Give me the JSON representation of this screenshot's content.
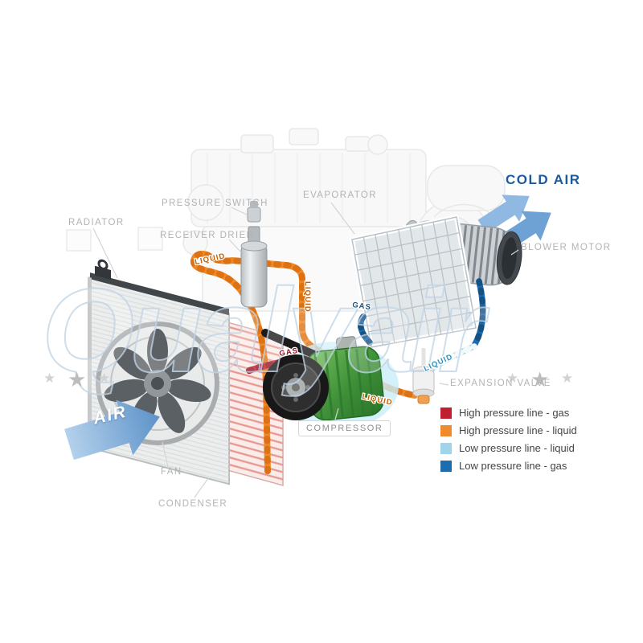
{
  "component_labels": {
    "radiator": "RADIATOR",
    "pressure_switch": "PRESSURE SWITCH",
    "receiver_drier": "RECEIVER DRIER",
    "evaporator": "EVAPORATOR",
    "blower_motor": "BLOWER MOTOR",
    "expansion_valve": "EXPANSION VALVE",
    "compressor": "COMPRESSOR",
    "fan": "FAN",
    "condenser": "CONDENSER"
  },
  "air_labels": {
    "cold_air": "COLD AIR",
    "air": "AIR"
  },
  "pipe_labels": {
    "liquid_condenser_out": "LIQUID",
    "liquid_drier_down": "LIQUID",
    "gas_suction": "GAS",
    "gas_discharge": "GAS",
    "liquid_expansion_in": "LIQUID",
    "liquid_expansion_out": "LIQUID"
  },
  "legend": {
    "items": [
      {
        "label": "High pressure line - gas",
        "color": "#c01f30"
      },
      {
        "label": "High pressure line - liquid",
        "color": "#ef8b2d"
      },
      {
        "label": "Low pressure line - liquid",
        "color": "#9fd4ea"
      },
      {
        "label": "Low pressure line - gas",
        "color": "#1e6cb0"
      }
    ]
  },
  "watermark": {
    "text": "Qualyair"
  },
  "colors": {
    "high_pressure_gas": "#c01f30",
    "high_pressure_liquid": "#ef8b2d",
    "low_pressure_liquid": "#9fd4ea",
    "low_pressure_gas": "#1e6cb0",
    "cold_air_text": "#1b5a9e",
    "component_label_text": "#b3b3b3"
  }
}
